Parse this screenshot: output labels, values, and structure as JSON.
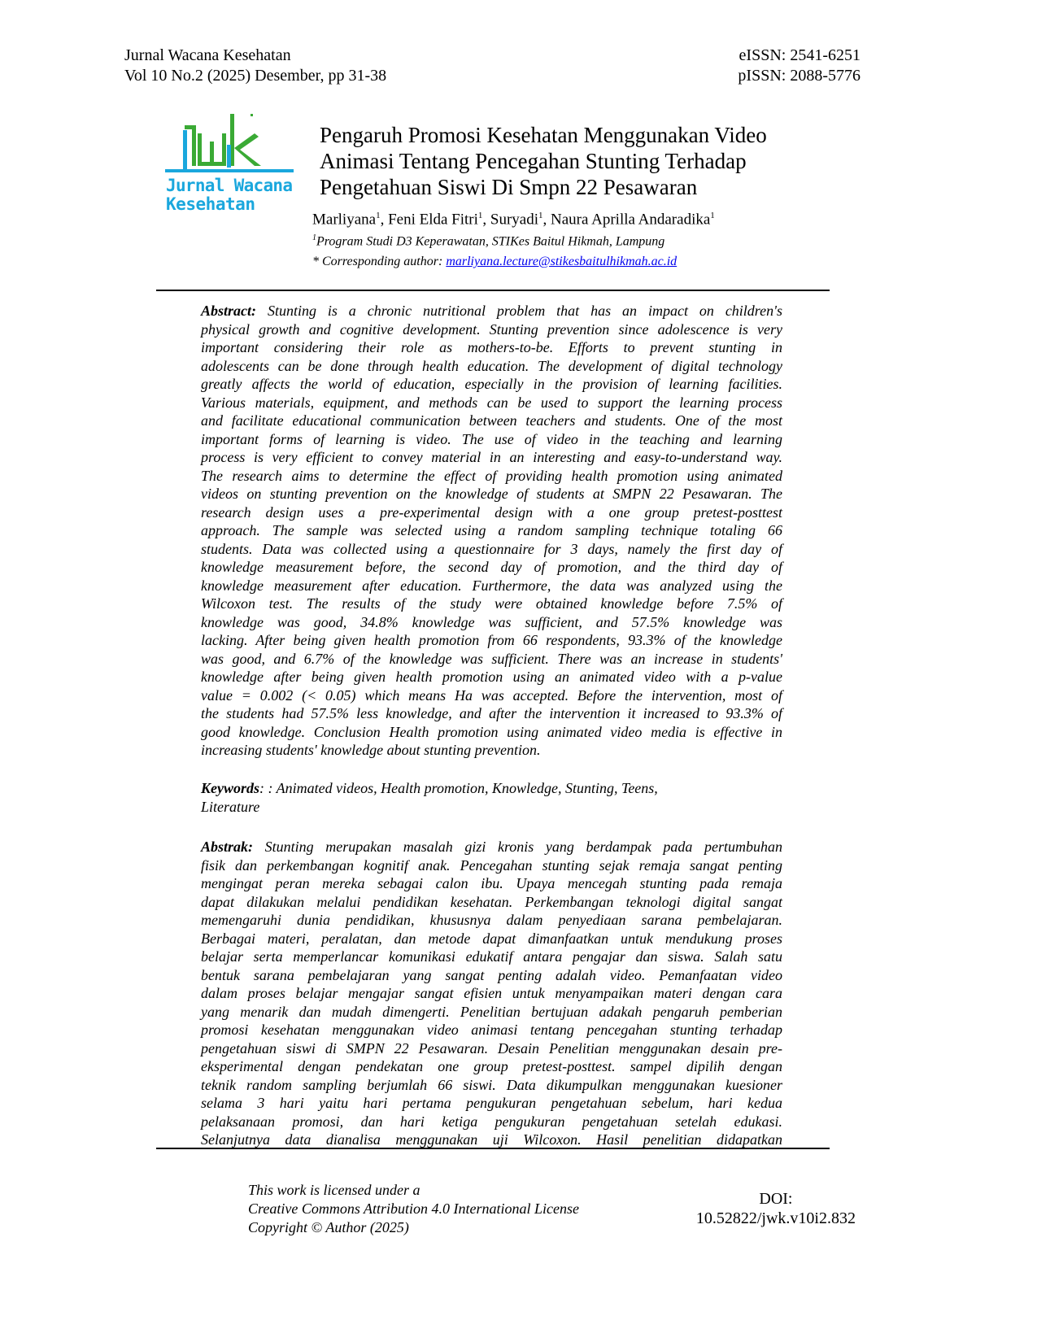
{
  "header": {
    "journal": "Jurnal Wacana Kesehatan",
    "volume": "Vol 10 No.2 (2025) Desember, pp 31-38",
    "eissn": "eISSN: 2541-6251",
    "pissn": "pISSN: 2088-5776"
  },
  "logo": {
    "mark": "JWK",
    "line1": "Jurnal Wacana",
    "line2": "Kesehatan",
    "green": "#3aaa35",
    "blue": "#1aa7dd"
  },
  "title": [
    "Pengaruh Promosi Kesehatan Menggunakan Video",
    "Animasi Tentang Pencegahan Stunting Terhadap",
    "Pengetahuan Siswi Di Smpn 22 Pesawaran"
  ],
  "authors": [
    {
      "name": "Marliyana",
      "aff": "1"
    },
    {
      "name": "Feni Elda Fitri",
      "aff": "1"
    },
    {
      "name": "Suryadi",
      "aff": "1"
    },
    {
      "name": "Naura Aprilla Andaradika",
      "aff": "1"
    }
  ],
  "affiliation": {
    "num": "1",
    "text": "Program Studi D3 Keperawatan, STIKes Baitul Hikmah, Lampung"
  },
  "corresponding": {
    "label": "* Corresponding author: ",
    "email": "marliyana.lecture@stikesbaitulhikmah.ac.id"
  },
  "abstract": {
    "label": "Abstract:",
    "lines": [
      " Stunting is a chronic nutritional problem that has an impact on children's",
      "physical growth and cognitive development. Stunting prevention since adolescence is very",
      "important considering their role as mothers-to-be. Efforts to prevent stunting in",
      "adolescents can be done through health education. The development of digital technology",
      "greatly affects the world of education, especially in the provision of learning facilities.",
      "Various materials, equipment, and methods can be used to support the learning process",
      "and facilitate educational communication between teachers and students. One of the most",
      "important forms of learning is video. The use of video in the teaching and learning",
      "process is very efficient to convey material in an interesting and easy-to-understand way.",
      "The research aims to determine the effect of providing health promotion using animated",
      "videos on stunting prevention on the knowledge of students at SMPN 22 Pesawaran. The",
      "research design uses a pre-experimental design with a one group pretest-posttest",
      "approach. The sample was selected using a random sampling technique totaling 66",
      "students. Data was collected using a questionnaire for 3 days, namely the first day of",
      "knowledge measurement before, the second day of promotion, and the third day of",
      "knowledge measurement after education. Furthermore, the data was analyzed using the",
      "Wilcoxon test. The results of the study were obtained knowledge before 7.5% of",
      "knowledge was good, 34.8% knowledge was sufficient, and 57.5% knowledge was",
      "lacking. After being given health promotion from 66 respondents, 93.3% of the knowledge",
      "was good, and 6.7% of the knowledge was sufficient. There was an increase in students'",
      "knowledge after being given health promotion using an animated video with a p-value",
      "value = 0.002 (< 0.05) which means Ha was accepted. Before the intervention, most of",
      "the students had 57.5% less knowledge, and after the intervention it increased to 93.3% of",
      "good knowledge. Conclusion Health promotion using animated video media is effective in",
      "increasing students' knowledge about stunting prevention."
    ]
  },
  "keywords": {
    "label": "Keywords",
    "lines": [
      ": : Animated videos, Health promotion, Knowledge,  Stunting, Teens,",
      "Literature"
    ]
  },
  "abstrak": {
    "label": "Abstrak:",
    "lines": [
      "  Stunting merupakan masalah gizi kronis yang berdampak pada pertumbuhan",
      "fisik dan perkembangan kognitif anak. Pencegahan stunting sejak remaja sangat penting",
      "mengingat peran mereka sebagai calon ibu. Upaya mencegah stunting pada remaja",
      "dapat dilakukan melalui pendidikan kesehatan. Perkembangan teknologi digital sangat",
      "memengaruhi dunia pendidikan, khususnya dalam penyediaan sarana pembelajaran.",
      "Berbagai materi, peralatan, dan metode dapat dimanfaatkan untuk mendukung proses",
      "belajar serta memperlancar komunikasi edukatif antara pengajar dan siswa. Salah satu",
      "bentuk sarana pembelajaran yang sangat penting adalah video. Pemanfaatan video",
      "dalam proses belajar mengajar sangat efisien untuk menyampaikan  materi dengan cara",
      "yang menarik dan mudah dimengerti. Penelitian bertujuan adakah pengaruh pemberian",
      "promosi kesehatan menggunakan video animasi tentang pencegahan stunting terhadap",
      "pengetahuan siswi di SMPN 22 Pesawaran. Desain Penelitian menggunakan desain pre-",
      "eksperimental dengan pendekatan one group pretest-posttest. sampel dipilih dengan",
      "teknik random sampling berjumlah 66 siswi. Data dikumpulkan menggunakan kuesioner",
      "selama 3 hari yaitu  hari pertama pengukuran pengetahuan sebelum, hari kedua",
      "pelaksanaan promosi, dan hari ketiga pengukuran pengetahuan setelah edukasi.",
      "Selanjutnya data dianalisa menggunakan uji Wilcoxon. Hasil penelitian  didapatkan"
    ]
  },
  "footer": {
    "license": [
      "This work is licensed under a",
      "Creative Commons Attribution 4.0 International License",
      "Copyright © Author (2025)"
    ],
    "doi_label": "DOI:",
    "doi": "10.52822/jwk.v10i2.832"
  }
}
